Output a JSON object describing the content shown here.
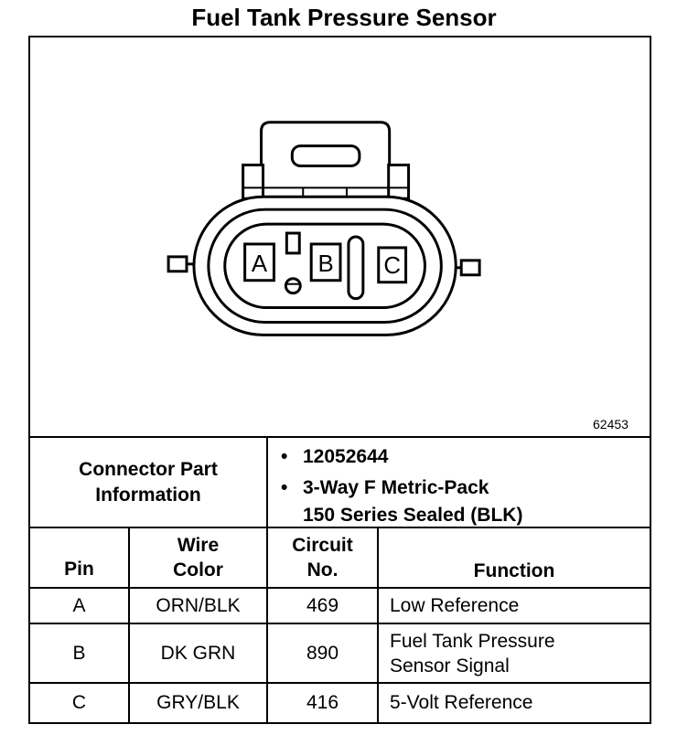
{
  "title": "Fuel Tank Pressure Sensor",
  "diagram_code": "62453",
  "connector": {
    "pins": [
      "A",
      "B",
      "C"
    ]
  },
  "part_info": {
    "label_line1": "Connector Part",
    "label_line2": "Information",
    "bullet_symbol": "•",
    "bullet1": "12052644",
    "bullet2_line1": "3-Way F Metric-Pack",
    "bullet2_line2": "150 Series Sealed (BLK)"
  },
  "table": {
    "headers": {
      "pin": "Pin",
      "wire_line1": "Wire",
      "wire_line2": "Color",
      "circuit_line1": "Circuit",
      "circuit_line2": "No.",
      "function": "Function"
    },
    "rows": [
      {
        "pin": "A",
        "wire": "ORN/BLK",
        "circuit": "469",
        "function_line1": "Low Reference",
        "function_line2": ""
      },
      {
        "pin": "B",
        "wire": "DK GRN",
        "circuit": "890",
        "function_line1": "Fuel Tank Pressure",
        "function_line2": "Sensor Signal"
      },
      {
        "pin": "C",
        "wire": "GRY/BLK",
        "circuit": "416",
        "function_line1": "5-Volt Reference",
        "function_line2": ""
      }
    ]
  }
}
